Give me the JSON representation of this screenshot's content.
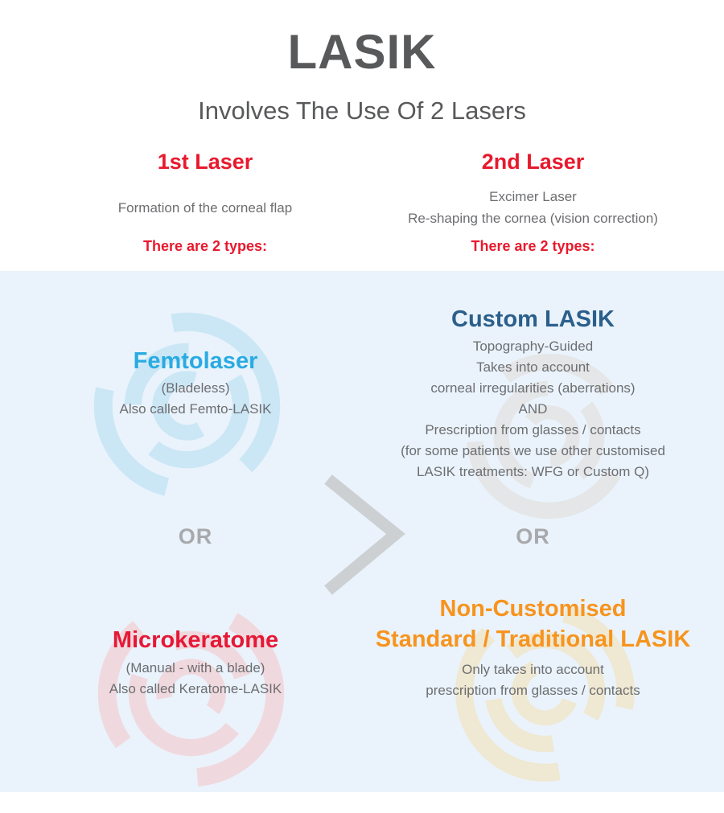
{
  "header": {
    "title": "LASIK",
    "subtitle": "Involves The Use Of 2 Lasers"
  },
  "columns": {
    "left": {
      "heading": "1st Laser",
      "description": "Formation of the corneal flap",
      "types_label": "There are 2 types:"
    },
    "right": {
      "heading": "2nd Laser",
      "description_line1": "Excimer Laser",
      "description_line2": "Re-shaping the cornea (vision correction)",
      "types_label": "There are 2 types:"
    }
  },
  "options": {
    "femtolaser": {
      "title": "Femtolaser",
      "lines": [
        "(Bladeless)",
        "Also called Femto-LASIK"
      ]
    },
    "microkeratome": {
      "title": "Microkeratome",
      "lines": [
        "(Manual - with a blade)",
        "Also called Keratome-LASIK"
      ]
    },
    "custom_lasik": {
      "title": "Custom LASIK",
      "lines": [
        "Topography-Guided",
        "Takes into account",
        "corneal irregularities (aberrations)",
        "AND",
        "Prescription from glasses / contacts",
        "(for some patients we use other customised",
        "LASIK treatments: WFG or Custom Q)"
      ]
    },
    "non_customised": {
      "title_line1": "Non-Customised",
      "title_line2": "Standard / Traditional LASIK",
      "lines": [
        "Only takes into account",
        "prescription from glasses / contacts"
      ]
    },
    "or_label": "OR"
  },
  "colors": {
    "accent_red": "#e8192d",
    "femtolaser_blue": "#29abe2",
    "custom_lasik_blue": "#2b5f8c",
    "microkeratome_red": "#e51937",
    "non_customised_orange": "#f7941e",
    "or_gray": "#a7a9ac",
    "body_gray": "#6d6e71",
    "title_gray": "#58595b",
    "section_background": "#eaf3fb",
    "arc_blue": "#cbe7f6",
    "arc_pink": "#f0d9de",
    "arc_gray": "#e4e6e7",
    "arc_tan": "#efe8d2",
    "chevron_gray": "#cdd0d3"
  }
}
